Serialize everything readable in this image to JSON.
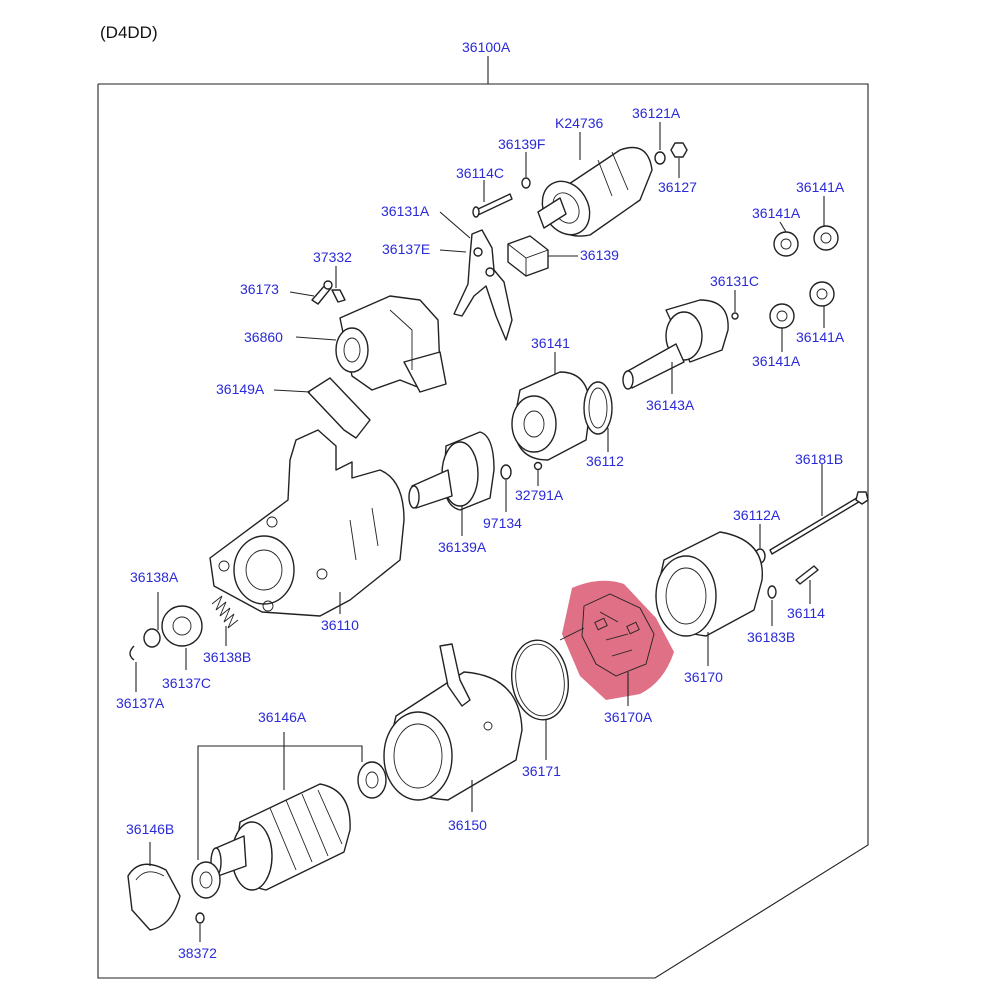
{
  "title": "(D4DD)",
  "assembly_label": "36100A",
  "highlight_color": "#d8506a",
  "label_color": "#2a2ad8",
  "labels": {
    "k24736": "K24736",
    "p36121A": "36121A",
    "p36139F": "36139F",
    "p36127": "36127",
    "p36114C": "36114C",
    "p36131A": "36131A",
    "p36137E": "36137E",
    "p36139": "36139",
    "p37332": "37332",
    "p36173": "36173",
    "p36860": "36860",
    "p36149A": "36149A",
    "p36141A_1": "36141A",
    "p36141A_2": "36141A",
    "p36141A_3": "36141A",
    "p36141A_4": "36141A",
    "p36131C": "36131C",
    "p36141": "36141",
    "p36143A": "36143A",
    "p36112": "36112",
    "p32791A": "32791A",
    "p97134": "97134",
    "p36139A": "36139A",
    "p36181B": "36181B",
    "p36112A": "36112A",
    "p36114": "36114",
    "p36183B": "36183B",
    "p36138A": "36138A",
    "p36110": "36110",
    "p36138B": "36138B",
    "p36137C": "36137C",
    "p36137A": "36137A",
    "p36170": "36170",
    "p36170A": "36170A",
    "p36171": "36171",
    "p36146A": "36146A",
    "p36150": "36150",
    "p36146B": "36146B",
    "p38372": "38372"
  }
}
